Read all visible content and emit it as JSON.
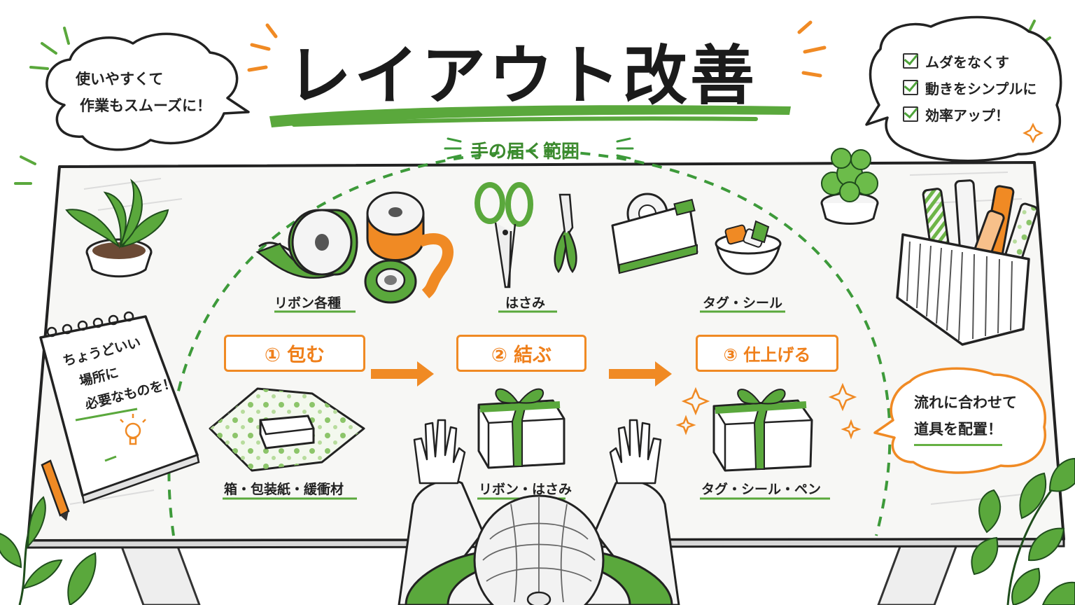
{
  "title": "レイアウト改善",
  "bubbles": {
    "left": [
      "使いやすくて",
      "作業もスムーズに！"
    ],
    "right_checklist": [
      "ムダをなくす",
      "動きをシンプルに",
      "効率アップ！"
    ],
    "flow": [
      "流れに合わせて",
      "道具を配置！"
    ]
  },
  "reach_label": "手の届く範囲",
  "tools": [
    "リボン各種",
    "はさみ",
    "タグ・シール"
  ],
  "steps": [
    {
      "label": "① 包む",
      "items": "箱・包装紙・緩衝材"
    },
    {
      "label": "② 結ぶ",
      "items": "リボン・はさみ"
    },
    {
      "label": "③ 仕上げる",
      "items": "タグ・シール・ペン"
    }
  ],
  "notepad": [
    "ちょうどいい",
    "場所に",
    "必要なものを！"
  ],
  "colors": {
    "accent_green": "#5aa83c",
    "accent_orange": "#f08a24",
    "ink": "#1d1d1d"
  }
}
